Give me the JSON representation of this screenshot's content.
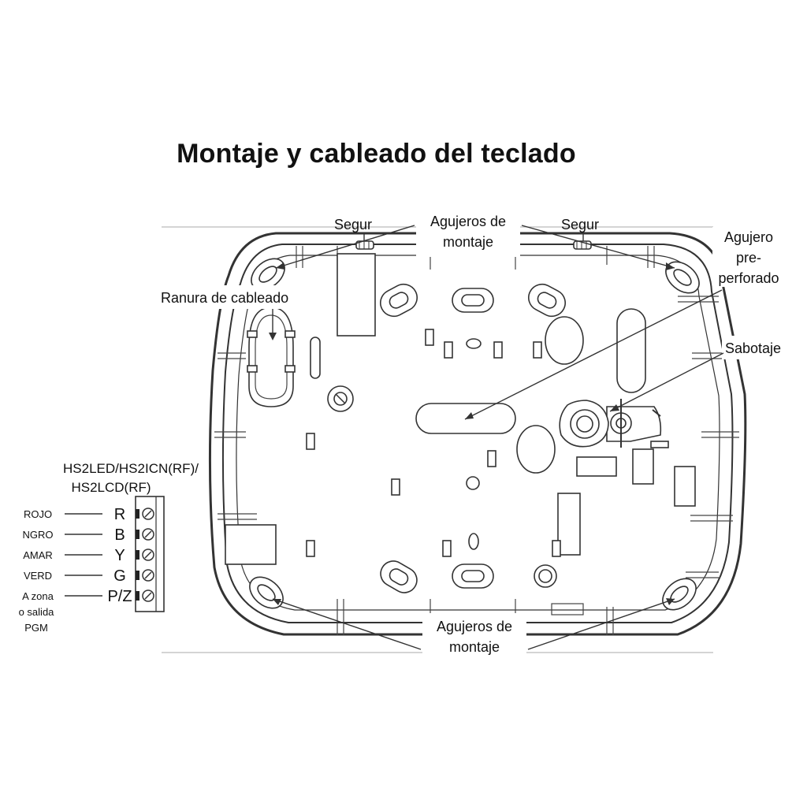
{
  "title": "Montaje y cableado del teclado",
  "labels": {
    "segur_left": "Segur",
    "segur_right": "Segur",
    "mount_top_line1": "Agujeros de",
    "mount_top_line2": "montaje",
    "hole_line1": "Agujero",
    "hole_line2": "pre-",
    "hole_line3": "perforado",
    "wiring_slot": "Ranura de cableado",
    "tamper": "Sabotaje",
    "mount_bottom_line1": "Agujeros de",
    "mount_bottom_line2": "montaje"
  },
  "models": {
    "line1": "HS2LED/HS2ICN(RF)/",
    "line2": "HS2LCD(RF)"
  },
  "wires": [
    {
      "name": "ROJO",
      "terminal": "R"
    },
    {
      "name": "NGRO",
      "terminal": "B"
    },
    {
      "name": "AMAR",
      "terminal": "Y"
    },
    {
      "name": "VERD",
      "terminal": "G"
    },
    {
      "name": "A zona",
      "terminal": "P/Z"
    }
  ],
  "pgm_note": {
    "line1": "o salida",
    "line2": "PGM"
  },
  "colors": {
    "line": "#333333",
    "background": "#ffffff"
  }
}
